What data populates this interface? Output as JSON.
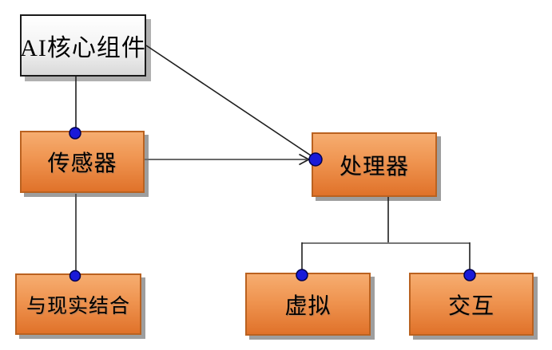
{
  "diagram": {
    "title": "AI core components diagram",
    "nodes": {
      "root": {
        "label": "AI核心组件"
      },
      "sensor": {
        "label": "传感器"
      },
      "processor": {
        "label": "处理器"
      },
      "reality": {
        "label": "与现实结合"
      },
      "virtual": {
        "label": "虚拟"
      },
      "interaction": {
        "label": "交互"
      }
    },
    "edges": [
      {
        "from": "AI核心组件",
        "to": "传感器",
        "style": "plain-line"
      },
      {
        "from": "AI核心组件",
        "to": "处理器",
        "style": "plain-line-diagonal"
      },
      {
        "from": "传感器",
        "to": "处理器",
        "style": "arrow"
      },
      {
        "from": "传感器",
        "to": "与现实结合",
        "style": "plain-line"
      },
      {
        "from": "处理器",
        "to": "虚拟",
        "style": "branch"
      },
      {
        "from": "处理器",
        "to": "交互",
        "style": "branch"
      }
    ],
    "colors": {
      "canvas_background": "#ffffff",
      "node_fill_top": "#f6ad70",
      "node_fill_bottom": "#e0722a",
      "node_border": "#ba6220",
      "root_fill_top": "#ffffff",
      "root_fill_bottom": "#d9d9d9",
      "root_border": "#1a1a1a",
      "connector_dot_fill": "#1a1ad8",
      "connector_dot_border": "#00004d",
      "line_dark": "#1f1f1f",
      "line_gray": "#6b6b6b",
      "box_shadow": "#9e9e9e",
      "text": "#000000"
    }
  }
}
